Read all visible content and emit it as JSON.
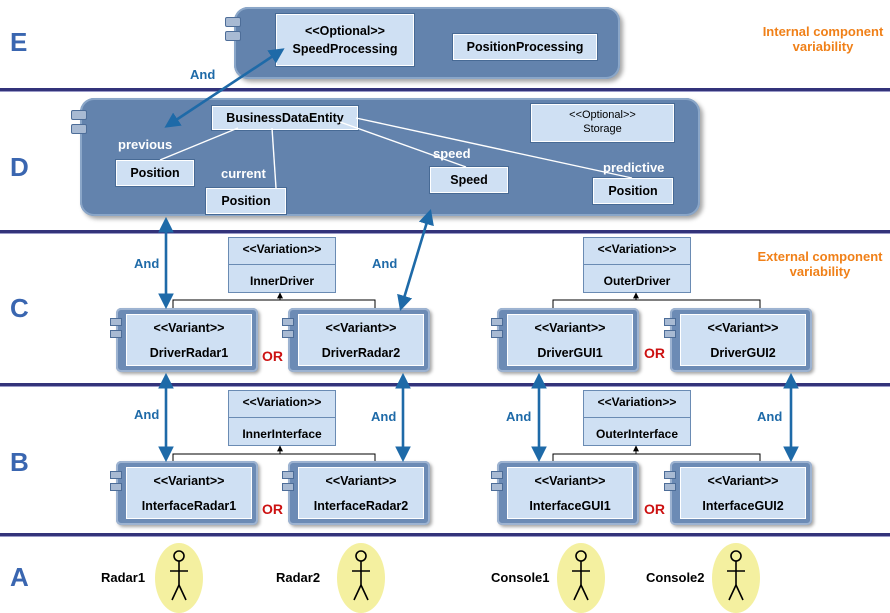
{
  "layers": {
    "e": "E",
    "d": "D",
    "c": "C",
    "b": "B",
    "a": "A"
  },
  "annotations": {
    "internal": "Internal component variability",
    "external": "External component variability"
  },
  "layer_e": {
    "speed_processing": {
      "stereotype": "<<Optional>>",
      "name": "SpeedProcessing"
    },
    "position_processing": "PositionProcessing"
  },
  "layer_d": {
    "business_entity": "BusinessDataEntity",
    "storage": {
      "stereotype": "<<Optional>>",
      "name": "Storage"
    },
    "roles": {
      "previous": "previous",
      "current": "current",
      "speed": "speed",
      "predictive": "predictive"
    },
    "boxes": {
      "previous": "Position",
      "current": "Position",
      "speed": "Speed",
      "predictive": "Position"
    }
  },
  "layer_c": {
    "inner_driver": {
      "stereotype": "<<Variation>>",
      "name": "InnerDriver"
    },
    "outer_driver": {
      "stereotype": "<<Variation>>",
      "name": "OuterDriver"
    },
    "variants": [
      {
        "stereotype": "<<Variant>>",
        "name": "DriverRadar1"
      },
      {
        "stereotype": "<<Variant>>",
        "name": "DriverRadar2"
      },
      {
        "stereotype": "<<Variant>>",
        "name": "DriverGUI1"
      },
      {
        "stereotype": "<<Variant>>",
        "name": "DriverGUI2"
      }
    ]
  },
  "layer_b": {
    "inner_interface": {
      "stereotype": "<<Variation>>",
      "name": "InnerInterface"
    },
    "outer_interface": {
      "stereotype": "<<Variation>>",
      "name": "OuterInterface"
    },
    "variants": [
      {
        "stereotype": "<<Variant>>",
        "name": "InterfaceRadar1"
      },
      {
        "stereotype": "<<Variant>>",
        "name": "InterfaceRadar2"
      },
      {
        "stereotype": "<<Variant>>",
        "name": "InterfaceGUI1"
      },
      {
        "stereotype": "<<Variant>>",
        "name": "InterfaceGUI2"
      }
    ]
  },
  "actors": [
    "Radar1",
    "Radar2",
    "Console1",
    "Console2"
  ],
  "connectors": {
    "and": "And",
    "or": "OR"
  },
  "colors": {
    "layer_label": "#3a66b0",
    "package": "#6383ad",
    "box": "#cfe0f3",
    "and_arrow": "#1e6aa8",
    "or_text": "#cc1111",
    "annotation": "#f08018",
    "divider": "#33337a"
  }
}
